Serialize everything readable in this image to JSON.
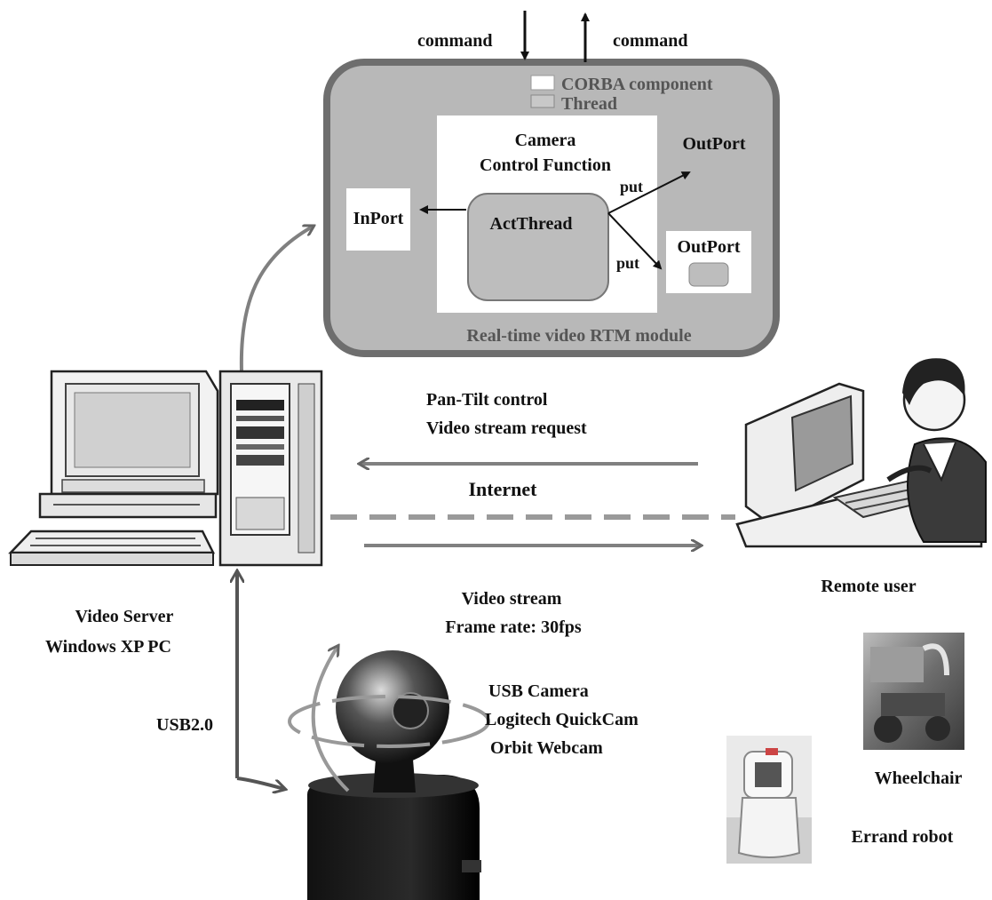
{
  "rtm_module": {
    "command_in": "command",
    "command_out": "command",
    "legend": {
      "corba": "CORBA component",
      "thread": "Thread"
    },
    "inport": "InPort",
    "function_line1": "Camera",
    "function_line2": "Control Function",
    "outport_top": "OutPort",
    "outport_bottom": "OutPort",
    "put_top": "put",
    "put_bottom": "put",
    "thread_name": "ActThread",
    "caption": "Real-time video RTM module"
  },
  "network": {
    "request_line1": "Pan-Tilt control",
    "request_line2": "Video stream request",
    "internet": "Internet",
    "stream_line1": "Video stream",
    "stream_line2": "Frame rate: 30fps"
  },
  "server": {
    "line1": "Video Server",
    "line2": "Windows XP PC",
    "usb": "USB2.0"
  },
  "camera": {
    "line1": "USB Camera",
    "line2": "Logitech QuickCam",
    "line3": "Orbit Webcam"
  },
  "remote_user": "Remote user",
  "wheelchair": "Wheelchair",
  "errand_robot": "Errand robot",
  "colors": {
    "module_fill": "#b8b8b8",
    "module_border": "#707070",
    "internet_dash": "#9a9a9a",
    "arrow": "#808080"
  }
}
